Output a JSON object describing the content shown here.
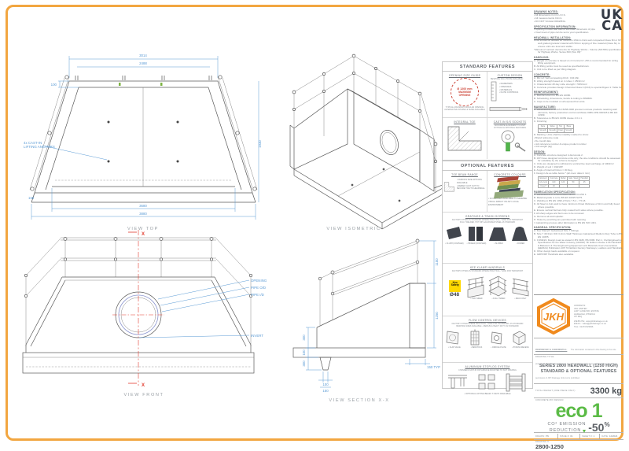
{
  "colors": {
    "accent_orange": "#F2A640",
    "logo_orange": "#F08A1D",
    "eco_green": "#5BBB46",
    "dim_blue": "#5B9BD5",
    "marker_red": "#E23B2E",
    "kee_yellow": "#FFD800"
  },
  "ukca": {
    "top": "UK",
    "bottom": "CA"
  },
  "views": {
    "top": {
      "label": "VIEW TOP",
      "dim_outer_top": "3014",
      "dim_inner_top": "2488",
      "dim_inner_bottom": "3680",
      "dim_outer_bottom": "3880",
      "dim_wall": "100",
      "dim_toe": "150",
      "dim_depth": "1930",
      "leader_l1": "4x CAST-IN",
      "leader_l2": "LIFTING ANCHORS"
    },
    "isometric": {
      "label": "VIEW ISOMETRIC"
    },
    "front": {
      "label": "VIEW FRONT",
      "section_marker": "X",
      "leader_opening": "OPENING",
      "leader_od": "PIPE O/D",
      "leader_id": "PIPE I/D",
      "leader_invert": "INVERT"
    },
    "section": {
      "label": "VIEW SECTION X-X",
      "dim_rail": "1100",
      "dim_height": "1250",
      "dim_thk": "150 TYP",
      "dim_a": "300",
      "dim_b": "100",
      "dim_c": "300",
      "dim_key": "100",
      "dim_toe": "150"
    }
  },
  "standard_features": {
    "title": "STANDARD FEATURES",
    "opening": {
      "caption": "OPENING SIZE GUIDE",
      "circle_l1": "Ø 1200 mm",
      "circle_l2": "MAXIMUM",
      "circle_l3": "OPENING",
      "note_l1": "TYPICAL MAXIMUM CIRCULAR OPENING",
      "note_l2": "ALTERNATIVE SHAPES & SIZES AVAILABLE"
    },
    "custom": {
      "caption": "CUSTOM DESIGN",
      "intro": "BESPOKE SOLUTIONS AVAILABLE:",
      "bullets": [
        "DIAMETERS",
        "OPENINGS",
        "MATERIALS",
        "FLOW CONTROLS"
      ]
    },
    "toe": {
      "caption": "INTEGRAL TOE"
    },
    "sockets": {
      "caption": "CAST-IN S/S SOCKETS",
      "note_l1": "ACCURATE ALIGNMENT TO UNIT",
      "note_l2": "FITTINGS & OPTIONAL FEATURES"
    }
  },
  "optional_features": {
    "title": "OPTIONAL FEATURES",
    "toe_beam": {
      "caption": "TOE BEAM RANGE",
      "bullets": [
        "VARIOUS SIZE OPTIONS AVAILABLE",
        "REBAR CAST OUT TO SECURE TOE TO HEADWALL"
      ]
    },
    "colours": {
      "caption": "CONCRETE COLOURS",
      "bullets": [
        "16 COLOURS AVAILABLE TO MINIMISE VISUAL IMPACT ON ANY LOCAL ENVIRONMENT"
      ],
      "swatches": [
        "#A94438",
        "#C9A84C",
        "#6F8F4F",
        "#3C4454",
        "#93A97B"
      ]
    },
    "gratings": {
      "caption": "GRATINGS & TRASH SCREENS",
      "sub1": "FACTORY FITTED AS STANDARD WHERE PRACTICAL / SAFE FOR TRANSPORT",
      "sub2": "FULLY WELDED, HOT DIP GALVANISED STEEL AS STANDARD",
      "items": [
        "FLUSH (COUPLED)",
        "HINGED (COUPLED)",
        "SLOPED",
        "DOMED"
      ]
    },
    "handrails": {
      "caption": "KEE KLAMP HANDRAILS",
      "sub1": "FACTORY FITTED AS STANDARD WHERE PRACTICAL / SAFE FOR TRANSPORT",
      "logo_line1": "Kee",
      "logo_line2": "Safety",
      "tube": "Ø48",
      "items": [
        "TWO SIDED",
        "FULLY SIDED",
        "BACK ONLY"
      ]
    },
    "flow": {
      "caption": "FLOW CONTROL DEVICES",
      "sub1": "FACTORY FITTED WHERE PRACTICAL / SAFE FOR TRANSPORT, AS STANDARD",
      "sub2": "BESPOKE SIZES AVAILABLE - MEDIUM & HEAVY DUTY AS STANDARD",
      "items": [
        "FLAP VALVE",
        "PENSTOCK",
        "ORIFICE PLATE",
        "BYPASS RECESS"
      ]
    },
    "stoplog": {
      "caption": "ALUMINIUM STOPLOG SYSTEM",
      "sub1": "CHANNELS CAST-IN OR SURFACE MOUNTED TO SUIT OPENING",
      "bullets": [
        "OPTIONAL LIFTING BEAM / T-KEYS AVAILABLE"
      ]
    }
  },
  "notes_sections": [
    {
      "heading": "DRAWING NOTES:",
      "items": [
        "•  All dimensions in mm U.O.S.",
        "•  All measurements ±2mm",
        "•  DO NOT SCALE DRAWING."
      ]
    },
    {
      "heading": "SPECIFICATION INFORMATION:",
      "items": [
        "•  Opening in back wall cast to suit outer dimension of pipe",
        "•  Invert level of pipe can be set to your specification."
      ]
    },
    {
      "heading": "HEADWALL INSTALLATION:",
      "items": [
        "Units should be bedded on minimum 150mm thick well compacted Class 6N or 6P well graded granular material with 50mm topping of fine material (Class 6L) to ensure units are level and stable.",
        "\"Manual of contract documents for Highway Works - Volume (MCHW) specification for Highway Works, Series 600 (Nov 09)\""
      ]
    },
    {
      "heading": "HANDLING:",
      "items": [
        "A.   Weight of concrete is based on 2.4 tonne/m³ +5% is recommended for sizing lifting equipment.",
        "B.   All lifting points must be used as specified/shown.",
        "C.   Unit to be lifted as per lifting diagram."
      ]
    },
    {
      "heading": "CONCRETE:",
      "items": [
        "A.   Mix ref: Self-compacting DC4 / C64 Min.",
        "B.   Lifting strength based on 2 cubes = 25N/mm²",
        "C.   Characteristic 28 day cube strength = 50N/mm²",
        "D.   Concrete provides Design Chemical Class 4 (DC4) to special Digest 1: Table F2."
      ]
    },
    {
      "heading": "REINFORCEMENT:",
      "items": [
        "A.   Reinforcement to BS EN 10080.",
        "B.   Scheduling, dimensions, bends & cutting to BS8666.",
        "C.   Caps to be moulded on all exposed bar ends."
      ]
    },
    {
      "heading": "MANUFACTURE:",
      "items": [
        "A.   Manufacture to BS EN 15258:2008 precast concrete products retaining wall elements, factory production control certificate 0086-CPR-600345 & BS EN 13369.",
        "B.   Tolerances to BS EN 13369 clause 4.3.1.1.",
        "C.   Finishing:"
      ],
      "table": {
        "headers": [
          "Face",
          "Sides",
          "Top",
          "Base"
        ],
        "rows": [
          [
            "Smooth",
            "Smooth",
            "Float",
            "Smooth"
          ]
        ]
      },
      "items2": [
        "D.   Marking. Units shall be indelibly marked to show:",
        "•  Brand reference code",
        "•  De-mould date",
        "•  Job reference number & unique product number",
        "•  Unit weight (kg)"
      ]
    },
    {
      "heading": "DESIGN:",
      "items": [
        "A.   Concrete structure designed to Eurocode 2.",
        "B.   JKH have designed concrete units only, the site conditions should be assessed for suitability by the scheme designer.",
        "C.   Units are designed to withstand a vertical live load surcharge of 10kN/m²",
        "D.   Weight of soil = 19kN/M³",
        "E.   Angle of internal friction = 30 Deg.",
        "F.   Design Life as table below * (all cover data in mm)"
      ],
      "table": {
        "headers": [
          "Element",
          "Concrete",
          "Rebar",
          "Galv. Steel",
          "Handrail"
        ],
        "rows": [
          [
            "Life (yrs)",
            "120",
            "120",
            "50",
            "25"
          ],
          [
            "Cover*",
            "40",
            "-",
            "-",
            "-"
          ]
        ]
      }
    },
    {
      "heading": "FABRICATION SPECIFICATION:",
      "items": [
        "A.   Manufacture to BS EN 1090-2 EXC2 CLASS 1.",
        "B.   Material grade is to be BS EN 10025 S275.",
        "C.   Welding to BS EN 1090-2 Parts 7.5.4 - 7.5.18.",
        "D.   All Steel to butt weld to have minimum throat thickness of 3mm and fully fused where possible.",
        "E.   Ensure vertical flat bars fully coated both sides where possible.",
        "F.   All sharp edges and burrs are to be removed.",
        "G.   Remove all weld splatter.",
        "H.   Holes by punching are permitted with reaming.",
        "I.   Galvanizing process after fabrication to BS EN ISO 1461."
      ]
    },
    {
      "heading": "HANDRAIL SPECIFICATION:",
      "items": [
        "A.   Kee Klamp® Galvanised Size 7 Fittings.",
        "B.   Size 7 48.3mm O/D 3.2mm Wall Thickness Galvanised Medium Duty Tube to BS EN 10255.",
        "C.   0.36kN/m Design Load as stated in BS 6180, BS 6399: Part 1, Civil Engineering Specification for the Water Industry (CESWI) 7th Edition Clause 2.66 Handrails & Balusters & The Engineering Equipment and Materials Users Association (EEMUA) Publication 105 7th Edition Factory Stairways, Ladders and Handrails.",
        "D.   Other design loads available on request.",
        "E.   GRP/FRP Handrails also available."
      ]
    }
  ],
  "title_block": {
    "logo_text": "JKH",
    "address_label": "ADDRESS:",
    "address_lines": [
      "JKH LIMITED",
      "LADY LANE IND. ESTATE",
      "HADLEIGH, IPSWICH",
      "IP7 6BQ"
    ],
    "website_label": "WEBSITE:",
    "website": "www.jkhdrainage.co.uk",
    "email_label": "EMAIL:",
    "email": "sales@jkhdrainage.co.uk",
    "tel_label": "TEL:",
    "tel": "01473 823636",
    "proprietary_heading": "PROPRIETARY & CONFIDENTIAL:",
    "proprietary_text": "The information contained in this drawing is the sole property of JKH Drainage Units Ltd. Any reproduction in part or as a whole without the written permission of JKH Drainage Units Ltd is prohibited.",
    "drawing_title_label": "DRAWING TITLE:",
    "drawing_title_line1": "SERIES 2800 HEADWALL (1250 HIGH)",
    "drawing_title_line2": "STANDARD & OPTIONAL FEATURES",
    "weight_label": "TOTAL WEIGHT (ONE PIECE ONLY)",
    "weight_value": "3300 kg",
    "mix_label": "CONCRETE MIX DESIGN:",
    "eco_text": "eco",
    "eco_num": "1",
    "co2_line1": "CO² EMISSION",
    "co2_line2": "REDUCTION",
    "reduction": "-50",
    "reduction_pct": "%",
    "drawn_label": "DRAWN:",
    "drawn": "PN",
    "issue_label": "ISSUE #:",
    "issue": "01",
    "sheet_label": "SHEET #:",
    "sheet": "1",
    "date_label": "DATE:",
    "date": "12/2024",
    "drawing_no_label": "DRAWING #:",
    "drawing_no": "2800-1250"
  }
}
